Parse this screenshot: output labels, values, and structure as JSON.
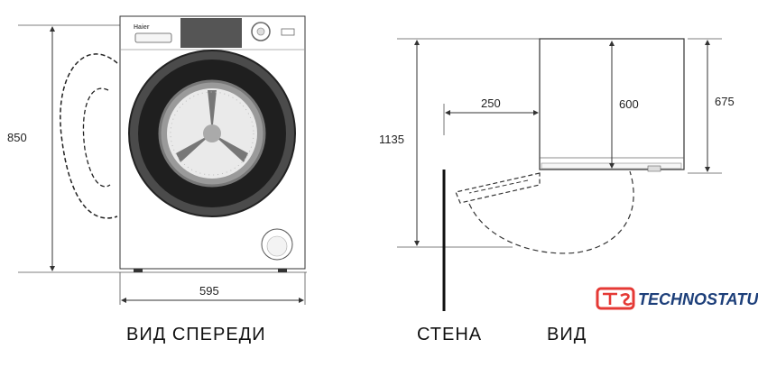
{
  "front_view": {
    "brand_label": "Haier",
    "height_dim": "850",
    "width_dim": "595",
    "caption": "ВИД СПЕРЕДИ"
  },
  "top_view": {
    "overall_depth_dim": "1135",
    "door_offset_dim": "250",
    "body_depth_dim": "600",
    "side_depth_dim": "675",
    "wall_caption": "СТЕНА",
    "view_caption": "ВИД"
  },
  "watermark": {
    "logo_text": "TECHNOSTATUS",
    "accent_color": "#e53935",
    "text_color": "#1d3f7a"
  }
}
